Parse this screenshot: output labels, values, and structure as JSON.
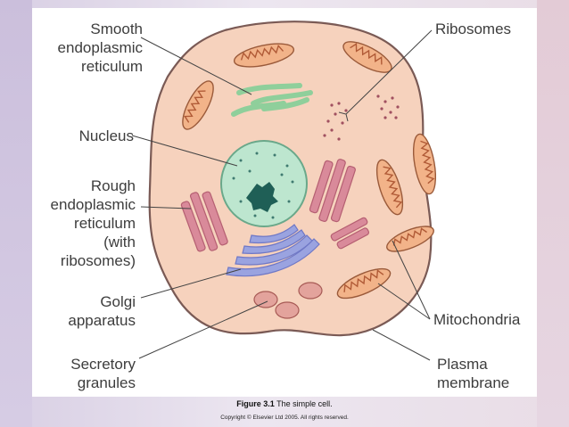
{
  "caption": {
    "figure_label": "Figure 3.1",
    "figure_text": "The simple cell.",
    "copyright": "Copyright © Elsevier Ltd 2005. All rights reserved."
  },
  "labels": {
    "smooth_er": "Smooth\nendoplasmic\nreticulum",
    "nucleus": "Nucleus",
    "rough_er": "Rough\nendoplasmic\nreticulum\n(with\nribosomes)",
    "golgi": "Golgi\napparatus",
    "secretory": "Secretory\ngranules",
    "ribosomes": "Ribosomes",
    "mitochondria": "Mitochondria",
    "plasma_membrane": "Plasma\nmembrane"
  },
  "colors": {
    "cytoplasm": "#f6d2bd",
    "membrane": "#7a5a55",
    "nucleus": "#bde6cf",
    "mitochondria": "#f2b389",
    "golgi": "#9aa3e0",
    "rough_er": "#d98a9a",
    "smooth_er": "#8fcf9b",
    "granules": "#e3a39c"
  }
}
